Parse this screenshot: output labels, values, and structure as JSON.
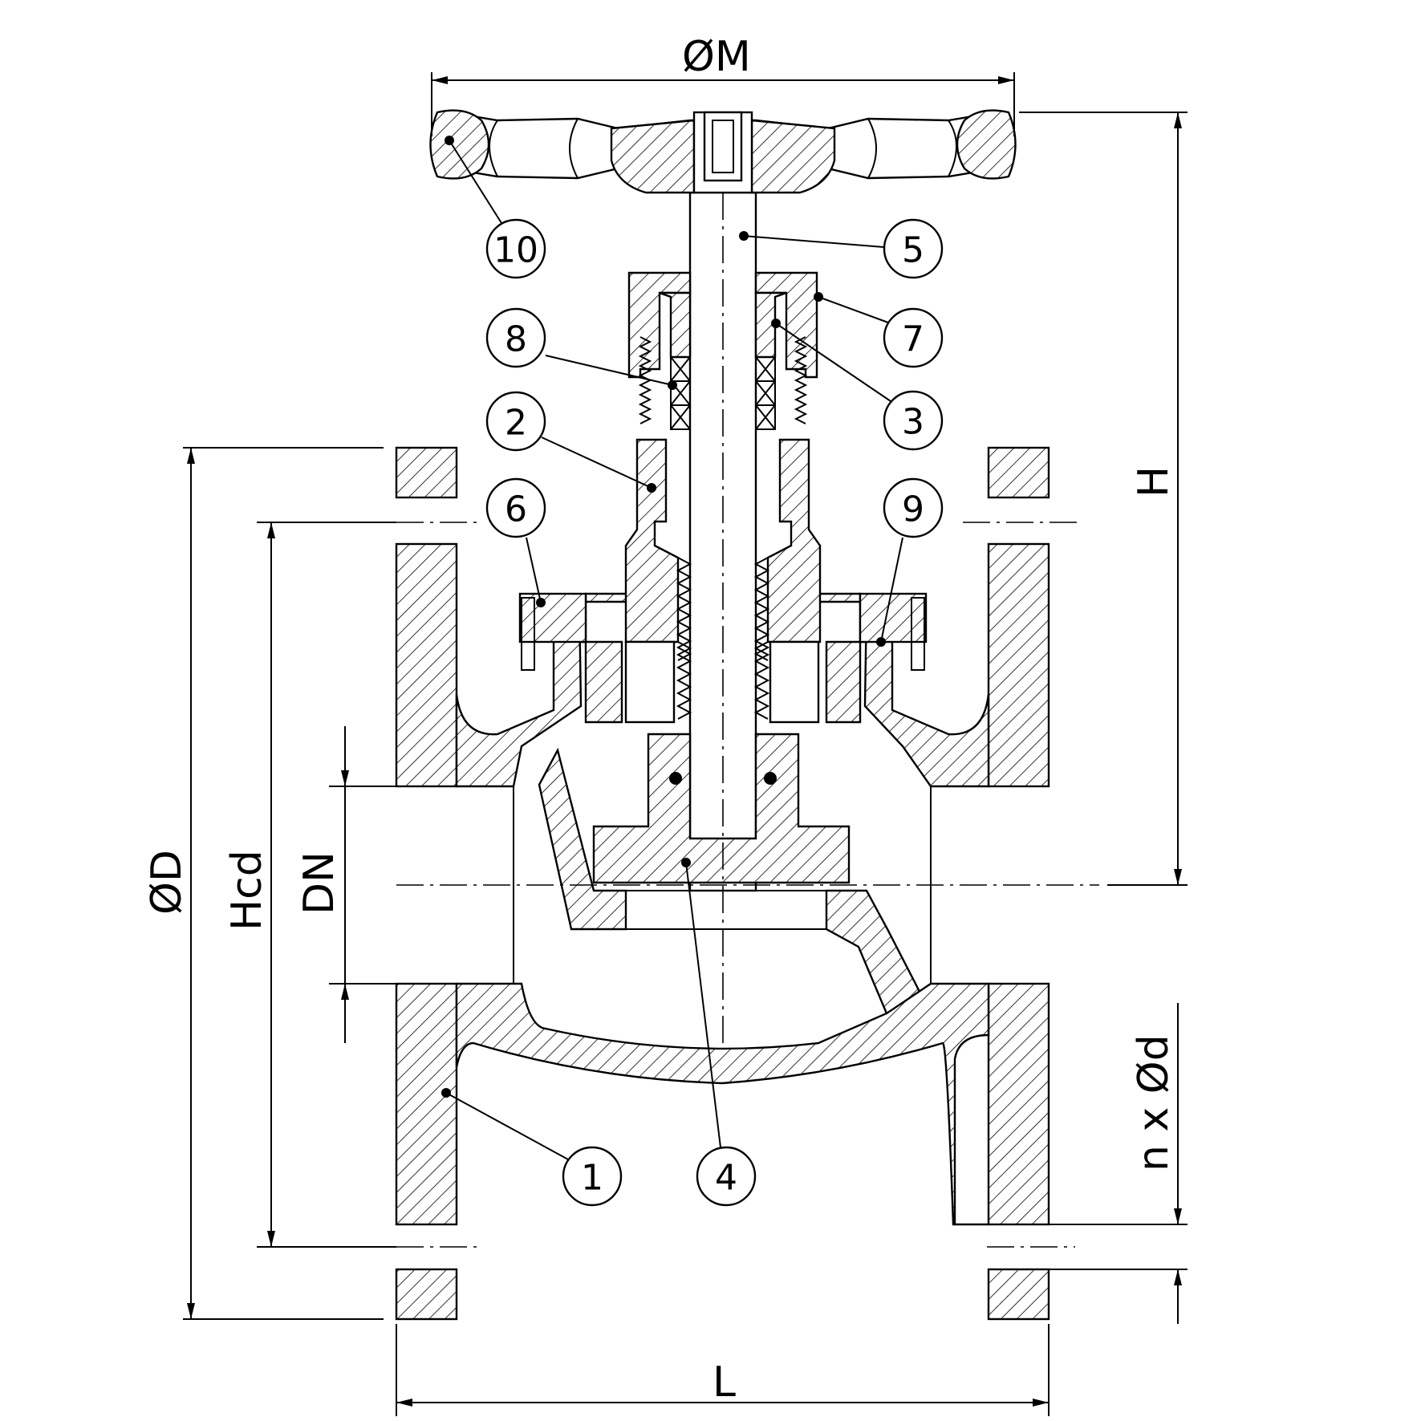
{
  "dimensions": {
    "handwheel_diameter": "ØM",
    "height": "H",
    "flange_diameter": "ØD",
    "bolt_circle_height": "Hcd",
    "nominal_diameter": "DN",
    "bolt_holes": "n x Ød",
    "length": "L"
  },
  "balloons": [
    "1",
    "2",
    "3",
    "4",
    "5",
    "6",
    "7",
    "8",
    "9",
    "10"
  ]
}
